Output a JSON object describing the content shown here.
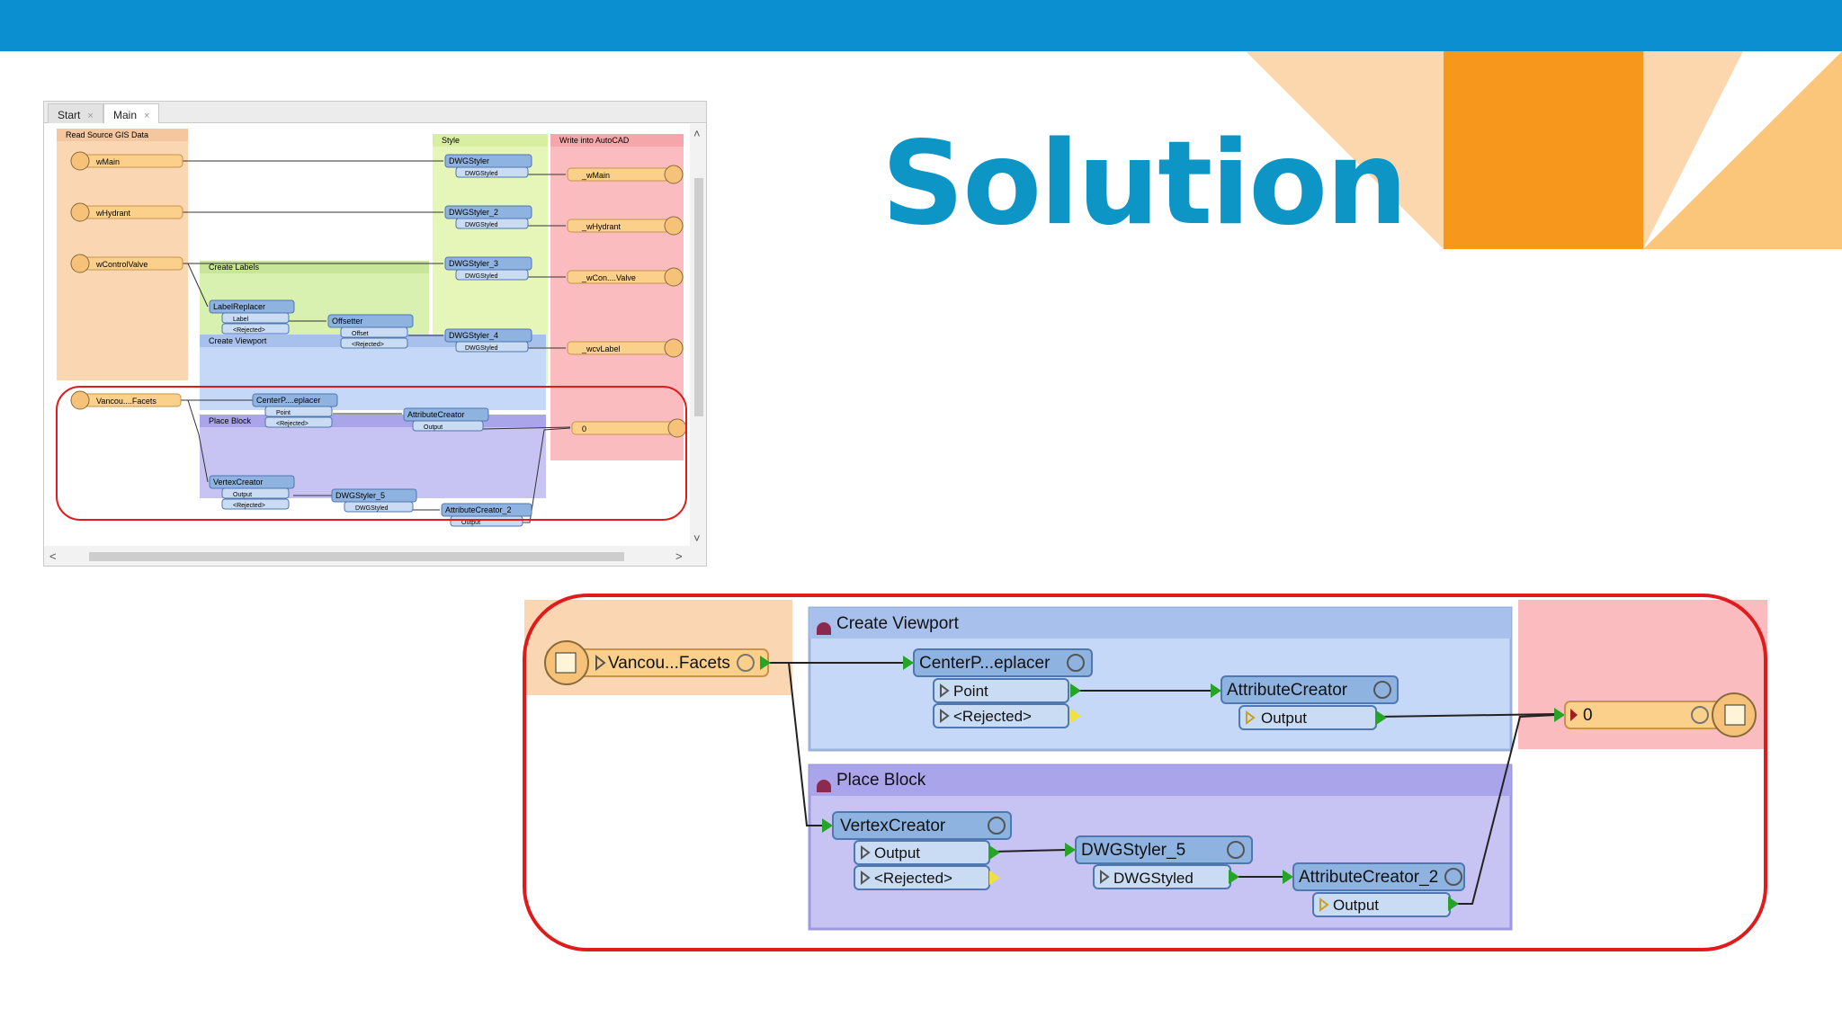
{
  "slide": {
    "title": "Solution"
  },
  "colors": {
    "topbar": "#0b8fd0",
    "title": "#0d95c6",
    "orange": "#f7981d",
    "peach": "#fcd7ad",
    "highlight": "#e01b1b"
  },
  "workspace": {
    "tabs": [
      {
        "label": "Start",
        "close": "×"
      },
      {
        "label": "Main",
        "close": "×"
      }
    ],
    "scroll": {
      "up": "˄",
      "down": "˅",
      "left": "<",
      "right": ">"
    },
    "bookmarks": {
      "read_source": "Read Source GIS Data",
      "style": "Style",
      "write_autocad": "Write into AutoCAD",
      "create_labels": "Create Labels",
      "create_viewport": "Create Viewport",
      "place_block": "Place Block"
    },
    "readers": {
      "wmain": "wMain",
      "whydrant": "wHydrant",
      "wcontrolvalve": "wControlValve",
      "vancou": "Vancou....Facets"
    },
    "transformers": {
      "dwgstyler": "DWGStyler",
      "dwgstyler_2": "DWGStyler_2",
      "dwgstyler_3": "DWGStyler_3",
      "dwgstyler_4": "DWGStyler_4",
      "dwgstyled": "DWGStyled",
      "labelreplacer": "LabelReplacer",
      "label": "Label",
      "rejected": "<Rejected>",
      "offsetter": "Offsetter",
      "offset": "Offset",
      "centerp": "CenterP....eplacer",
      "point": "Point",
      "attributecreator": "AttributeCreator",
      "output": "Output",
      "vertexcreator": "VertexCreator",
      "dwgstyler_5": "DWGStyler_5",
      "attributecreator_2": "AttributeCreator_2"
    },
    "writers": {
      "wmain": "_wMain",
      "whydrant": "_wHydrant",
      "wconvalve": "_wCon....Valve",
      "wcvlabel": "_wcvLabel",
      "zero": "0"
    }
  },
  "zoom": {
    "bookmarks": {
      "create_viewport": "Create Viewport",
      "place_block": "Place Block"
    },
    "reader": "Vancou...Facets",
    "centerp": "CenterP...eplacer",
    "point": "Point",
    "rejected": "<Rejected>",
    "attributecreator": "AttributeCreator",
    "output": "Output",
    "vertexcreator": "VertexCreator",
    "dwgstyler_5": "DWGStyler_5",
    "dwgstyled": "DWGStyled",
    "attributecreator_2": "AttributeCreator_2",
    "writer": "0"
  }
}
